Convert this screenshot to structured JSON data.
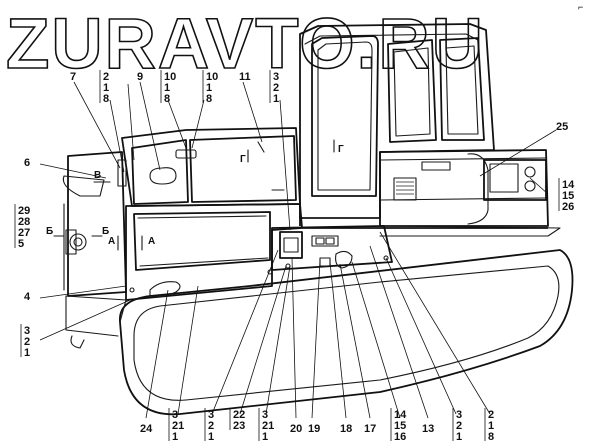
{
  "watermark": "ZURAVTO.RU",
  "corner_mark": "⌐",
  "labels": [
    {
      "id": "7",
      "text": "7"
    },
    {
      "id": "2-1-8-top",
      "lines": [
        "2",
        "1",
        "8"
      ]
    },
    {
      "id": "9",
      "text": "9"
    },
    {
      "id": "10-1-8-a",
      "lines": [
        "10",
        "1",
        "8"
      ]
    },
    {
      "id": "10-1-8-b",
      "lines": [
        "10",
        "1",
        "8"
      ]
    },
    {
      "id": "11",
      "text": "11"
    },
    {
      "id": "3-2-1-top",
      "lines": [
        "3",
        "2",
        "1"
      ]
    },
    {
      "id": "25",
      "text": "25"
    },
    {
      "id": "6",
      "text": "6"
    },
    {
      "id": "14-15-26",
      "lines": [
        "14",
        "15",
        "26"
      ]
    },
    {
      "id": "29-28-27-5",
      "lines": [
        "29",
        "28",
        "27",
        "5"
      ]
    },
    {
      "id": "4",
      "text": "4"
    },
    {
      "id": "3-2-1-left",
      "lines": [
        "3",
        "2",
        "1"
      ]
    },
    {
      "id": "24",
      "text": "24"
    },
    {
      "id": "3-21-1-a",
      "lines": [
        "3",
        "21",
        "1"
      ]
    },
    {
      "id": "3-2-1-b",
      "lines": [
        "3",
        "2",
        "1"
      ]
    },
    {
      "id": "22-23",
      "lines": [
        "22",
        "23"
      ]
    },
    {
      "id": "3-21-1-b",
      "lines": [
        "3",
        "21",
        "1"
      ]
    },
    {
      "id": "20",
      "text": "20"
    },
    {
      "id": "19",
      "text": "19"
    },
    {
      "id": "18",
      "text": "18"
    },
    {
      "id": "17",
      "text": "17"
    },
    {
      "id": "14-15-16",
      "lines": [
        "14",
        "15",
        "16"
      ]
    },
    {
      "id": "13",
      "text": "13"
    },
    {
      "id": "3-2-1-c",
      "lines": [
        "3",
        "2",
        "1"
      ]
    },
    {
      "id": "2-1-8-bottom",
      "lines": [
        "2",
        "1",
        "8"
      ]
    }
  ],
  "view_marks": {
    "B": "В",
    "G1": "Г",
    "G2": "Г",
    "A1": "А",
    "A2": "А",
    "B_left": "Б",
    "B_right": "Б"
  }
}
